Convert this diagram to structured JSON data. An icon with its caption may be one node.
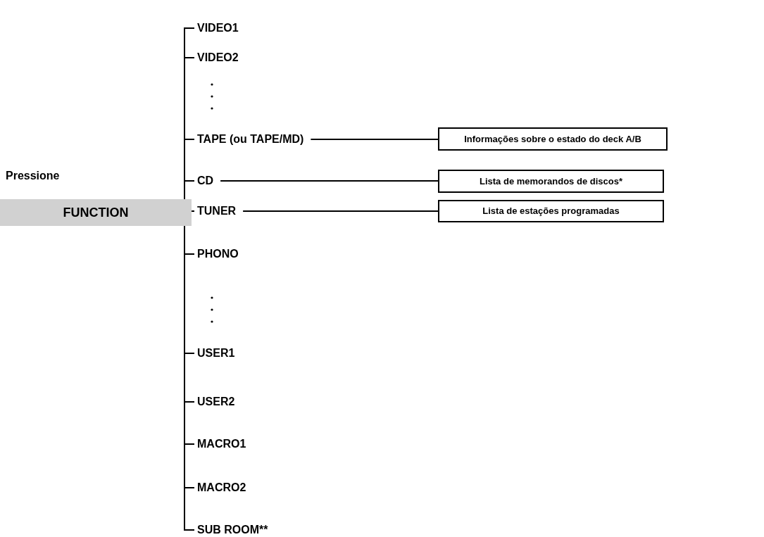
{
  "diagram": {
    "nodes": [
      {
        "text": [
          "Pressione",
          "FUNCTION"
        ]
      },
      {
        "text": [
          "VIDEO1"
        ]
      },
      {
        "text": [
          "VIDEO2"
        ]
      },
      {
        "text": [
          "TAPE (ou TAPE/MD)"
        ]
      },
      {
        "text": [
          "CD"
        ]
      },
      {
        "text": [
          "TUNER"
        ]
      },
      {
        "text": [
          "PHONO"
        ]
      },
      {
        "text": [
          "USER1"
        ]
      },
      {
        "text": [
          "USER2"
        ]
      },
      {
        "text": [
          "MACRO1"
        ]
      },
      {
        "text": [
          "MACRO2"
        ]
      },
      {
        "text": [
          "SUB ROOM**"
        ]
      },
      {
        "text": [
          "Informações sobre o estado do deck A/B"
        ]
      },
      {
        "text": [
          "Lista de memorandos de discos*"
        ]
      },
      {
        "text": [
          "Lista de estações programadas"
        ]
      }
    ],
    "edges": [
      {
        "from": 0,
        "to": 1,
        "arrow": "none"
      },
      {
        "from": 0,
        "to": 2,
        "arrow": "none"
      },
      {
        "from": 0,
        "to": 3,
        "arrow": "none"
      },
      {
        "from": 0,
        "to": 4,
        "arrow": "none"
      },
      {
        "from": 0,
        "to": 5,
        "arrow": "none"
      },
      {
        "from": 0,
        "to": 6,
        "arrow": "none"
      },
      {
        "from": 0,
        "to": 7,
        "arrow": "none"
      },
      {
        "from": 0,
        "to": 8,
        "arrow": "none"
      },
      {
        "from": 0,
        "to": 9,
        "arrow": "none"
      },
      {
        "from": 0,
        "to": 10,
        "arrow": "none"
      },
      {
        "from": 0,
        "to": 11,
        "arrow": "none"
      },
      {
        "from": 3,
        "to": 12,
        "arrow": "none"
      },
      {
        "from": 4,
        "to": 13,
        "arrow": "none"
      },
      {
        "from": 5,
        "to": 14,
        "arrow": "none"
      }
    ]
  }
}
